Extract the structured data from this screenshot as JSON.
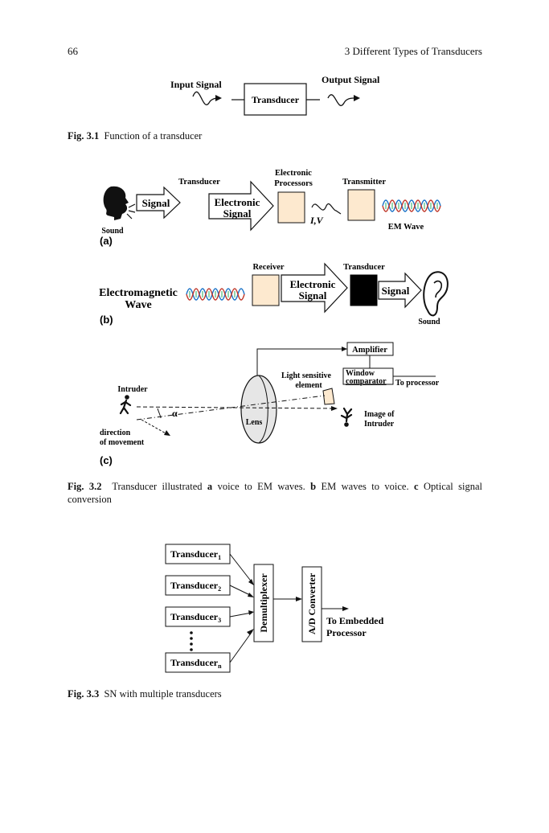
{
  "header": {
    "page_number": "66",
    "chapter_title": "3   Different Types of Transducers"
  },
  "fig31": {
    "input_label": "Input Signal",
    "output_label": "Output Signal",
    "box_label": "Transducer",
    "caption_label": "Fig. 3.1",
    "caption_text": "Function of a transducer"
  },
  "fig32": {
    "a": {
      "transducer_label": "Transducer",
      "electronic_processors_1": "Electronic",
      "electronic_processors_2": "Processors",
      "transmitter_label": "Transmitter",
      "signal_label": "Signal",
      "electronic_signal_1": "Electronic",
      "electronic_signal_2": "Signal",
      "iv_label": "I,V",
      "em_wave_label": "EM Wave",
      "sound_label": "Sound",
      "panel_label": "(a)"
    },
    "b": {
      "receiver_label": "Receiver",
      "transducer_label": "Transducer",
      "em_label_1": "Electromagnetic",
      "em_label_2": "Wave",
      "electronic_signal_1": "Electronic",
      "electronic_signal_2": "Signal",
      "signal_label": "Signal",
      "sound_label": "Sound",
      "panel_label": "(b)"
    },
    "c": {
      "amplifier_label": "Amplifier",
      "window_1": "Window",
      "window_2": "comparator",
      "to_processor": "To processor",
      "light_sensitive_1": "Light sensitive",
      "light_sensitive_2": "element",
      "intruder_label": "Intruder",
      "alpha_label": "α",
      "lens_label": "Lens",
      "image_of_1": "Image of",
      "image_of_2": "Intruder",
      "direction_1": "direction",
      "direction_2": "of movement",
      "panel_label": "(c)"
    },
    "caption_label": "Fig. 3.2",
    "caption_p1": "Transducer illustrated",
    "caption_a": "a",
    "caption_p2": "voice to EM waves.",
    "caption_b": "b",
    "caption_p3": "EM waves to voice.",
    "caption_c": "c",
    "caption_p4": "Optical signal conversion"
  },
  "fig33": {
    "t1": "Transducer",
    "t1_sub": "1",
    "t2": "Transducer",
    "t2_sub": "2",
    "t3": "Transducer",
    "t3_sub": "3",
    "tn": "Transducer",
    "tn_sub": "n",
    "demux_label": "Demultiplexer",
    "adc_label": "A/D Converter",
    "to_embedded_1": "To Embedded",
    "to_embedded_2": "Processor",
    "caption_label": "Fig. 3.3",
    "caption_text": "SN with multiple transducers"
  }
}
